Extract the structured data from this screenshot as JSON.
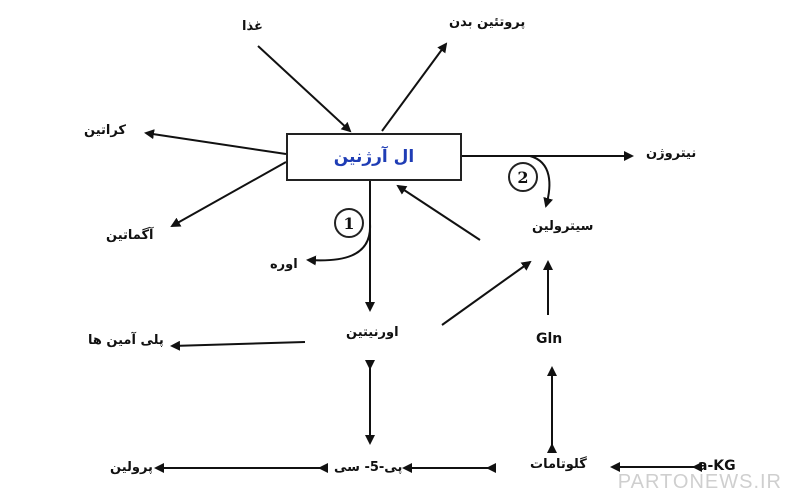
{
  "center": "ال آرژنین",
  "nodes": {
    "food": "غذا",
    "body_protein": "پروتئین بدن",
    "creatine": "کراتین",
    "agmatine": "آگماتین",
    "urea": "اوره",
    "nitric_oxide": "نیتروژن",
    "citrulline": "سیترولین",
    "ornithine": "اورنیتین",
    "polyamines": "پلی آمین ها",
    "gln": "Gln",
    "p5c": "پی-5- سی",
    "proline": "پرولین",
    "glutamate": "گلوتامات",
    "akg": "a-KG"
  },
  "enzymes": [
    "1",
    "2"
  ],
  "watermark": "PARTONEWS.IR"
}
